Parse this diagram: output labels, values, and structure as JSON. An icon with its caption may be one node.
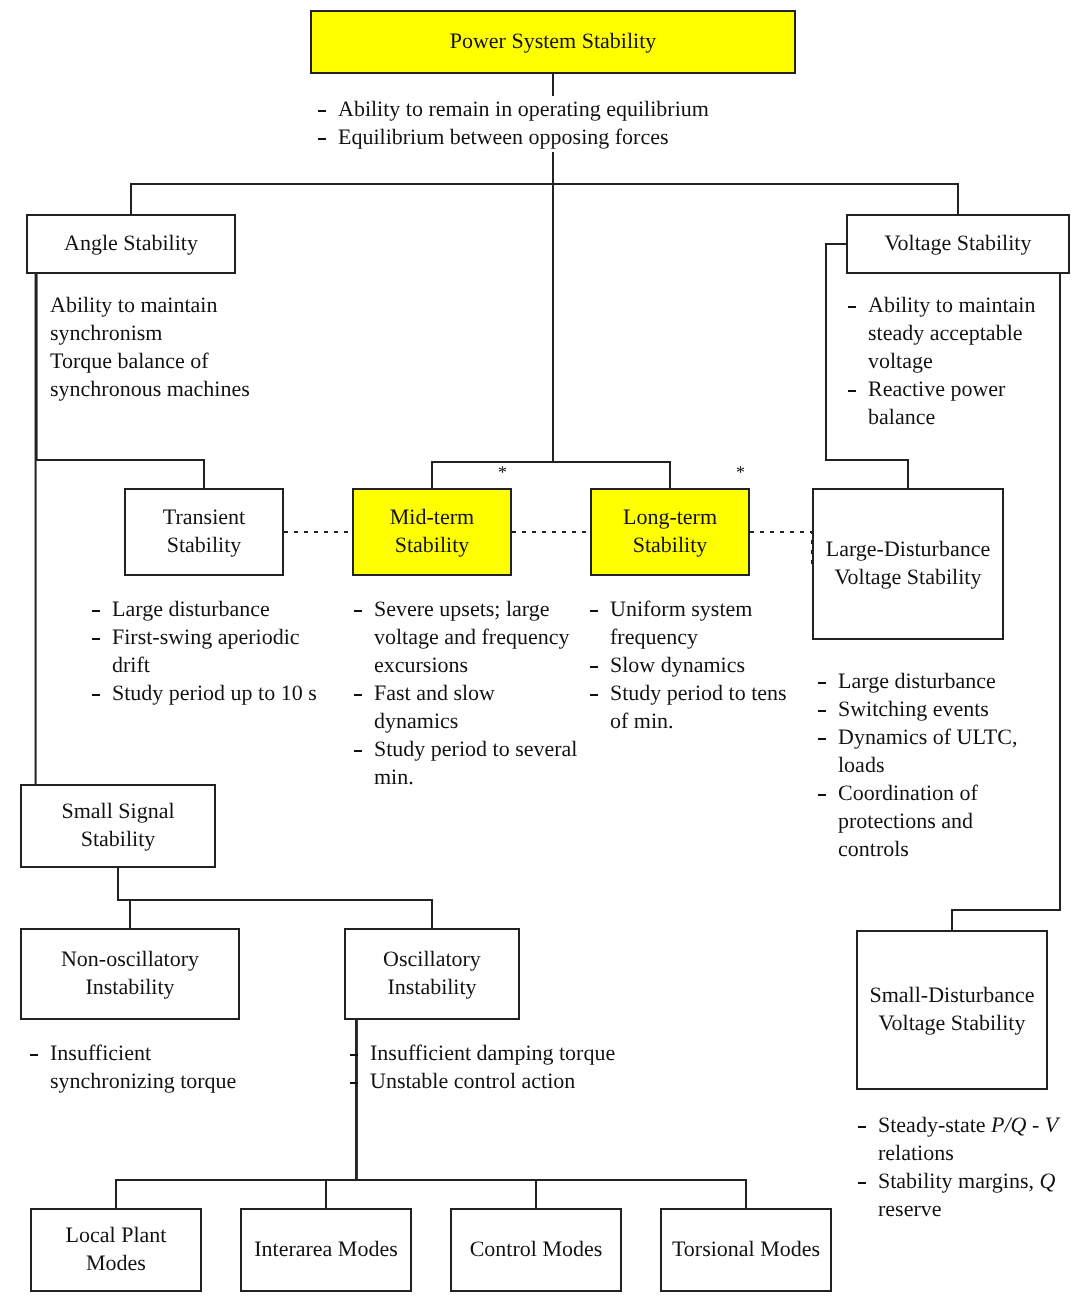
{
  "diagram": {
    "nodes": [
      {
        "text": [
          "Power System Stability"
        ],
        "beside": [
          "Ability to remain in operating equilibrium",
          "Equilibrium between opposing forces"
        ]
      },
      {
        "text": [
          "Angle Stability"
        ],
        "beside": [
          "Ability to maintain synchronism",
          "Torque balance of synchronous machines"
        ]
      },
      {
        "text": [
          "Voltage Stability"
        ],
        "beside": [
          "Ability to maintain steady acceptable voltage",
          "Reactive power balance"
        ]
      },
      {
        "text": [
          "Transient Stability"
        ],
        "beside": [
          "Large disturbance",
          "First-swing aperiodic drift",
          "Study period up to 10 s"
        ]
      },
      {
        "text": [
          "Mid-term Stability"
        ],
        "beside": [
          "Severe upsets; large voltage and frequency excursions",
          "Fast and slow dynamics",
          "Study period to several min."
        ]
      },
      {
        "text": [
          "Long-term Stability"
        ],
        "beside": [
          "Uniform system frequency",
          "Slow dynamics",
          "Study period to tens of min."
        ]
      },
      {
        "text": [
          "Large-Disturbance Voltage Stability"
        ],
        "beside": [
          "Large disturbance",
          "Switching events",
          "Dynamics of ULTC, loads",
          "Coordination of protections and controls"
        ]
      },
      {
        "text": [
          "Small Signal Stability"
        ]
      },
      {
        "text": [
          "Non-oscillatory Instability"
        ],
        "beside": [
          "Insufficient synchronizing torque"
        ]
      },
      {
        "text": [
          "Oscillatory Instability"
        ],
        "beside": [
          "Insufficient damping torque",
          "Unstable control action"
        ]
      },
      {
        "text": [
          "Small-Disturbance Voltage Stability"
        ],
        "beside": [
          "Steady-state *P/Q* - *V* relations",
          "Stability margins, *Q* reserve"
        ]
      },
      {
        "text": [
          "Local Plant Modes"
        ]
      },
      {
        "text": [
          "Interarea Modes"
        ]
      },
      {
        "text": [
          "Control Modes"
        ]
      },
      {
        "text": [
          "Torsional Modes"
        ]
      }
    ],
    "edges": [
      {
        "from": 0,
        "to": 1,
        "arrow": "none"
      },
      {
        "from": 0,
        "to": 2,
        "arrow": "none"
      },
      {
        "from": 0,
        "to": 4,
        "arrow": "none"
      },
      {
        "from": 0,
        "to": 5,
        "arrow": "none"
      },
      {
        "from": 1,
        "to": 3,
        "arrow": "none"
      },
      {
        "from": 1,
        "to": 7,
        "arrow": "none"
      },
      {
        "from": 2,
        "to": 6,
        "arrow": "none"
      },
      {
        "from": 2,
        "to": 10,
        "arrow": "none"
      },
      {
        "from": 3,
        "to": 4,
        "arrow": "none",
        "style": "dashed"
      },
      {
        "from": 4,
        "to": 5,
        "arrow": "none",
        "style": "dashed"
      },
      {
        "from": 5,
        "to": 6,
        "arrow": "none",
        "style": "dashed"
      },
      {
        "from": 7,
        "to": 8,
        "arrow": "none"
      },
      {
        "from": 7,
        "to": 9,
        "arrow": "none"
      },
      {
        "from": 9,
        "to": 11,
        "arrow": "none"
      },
      {
        "from": 9,
        "to": 12,
        "arrow": "none"
      },
      {
        "from": 9,
        "to": 13,
        "arrow": "none"
      },
      {
        "from": 9,
        "to": 14,
        "arrow": "none"
      }
    ],
    "labels": [
      "*",
      "*"
    ]
  }
}
